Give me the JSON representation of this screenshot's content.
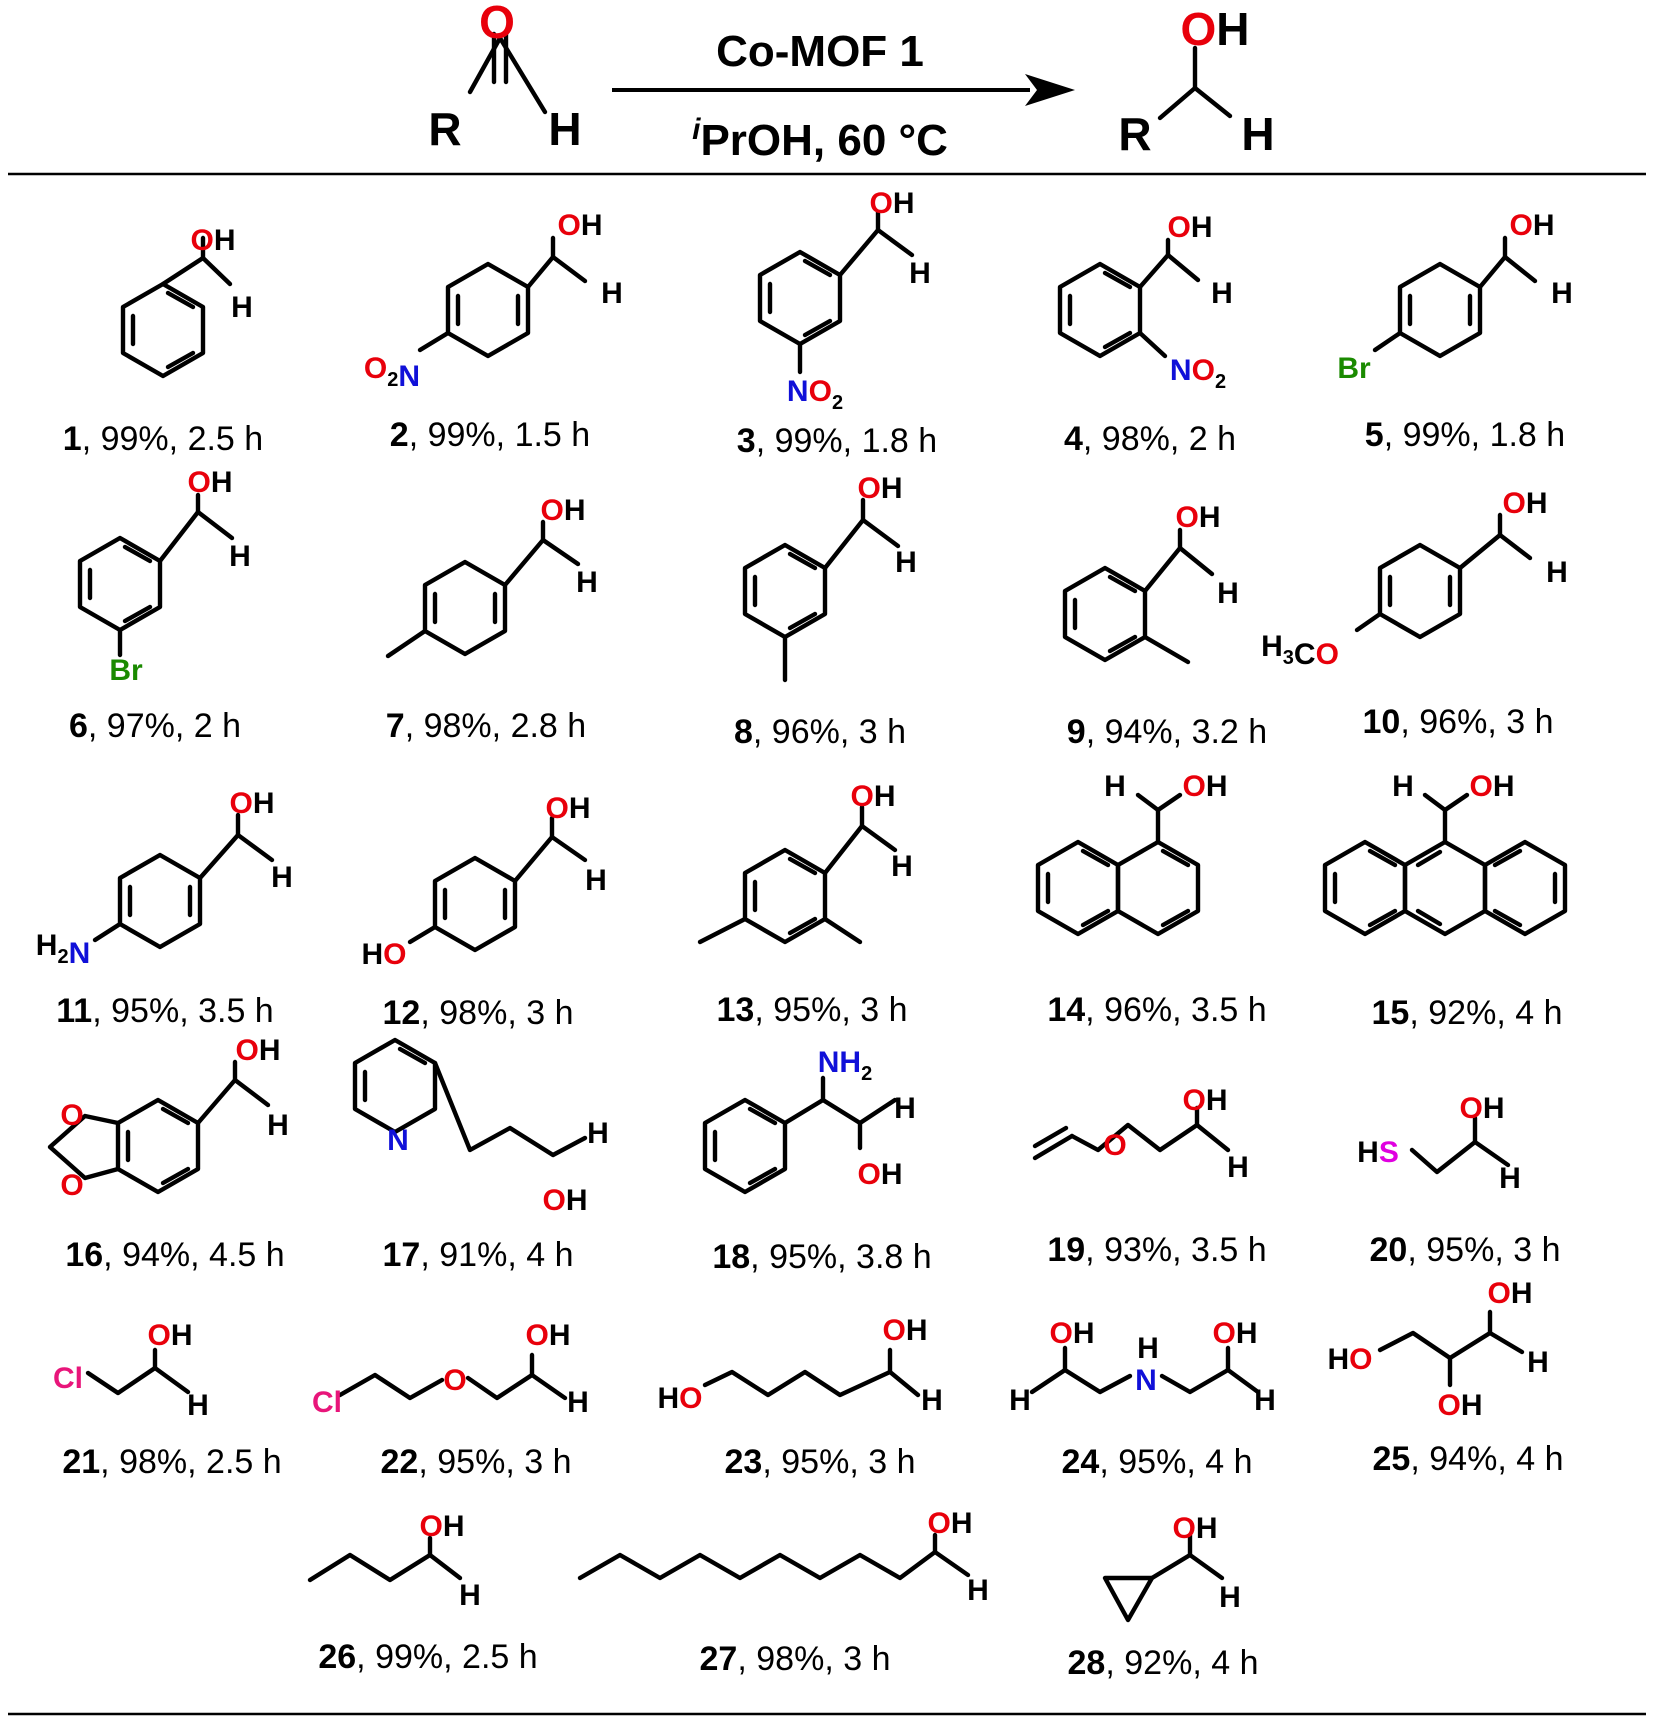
{
  "reaction": {
    "reagent": "Co-MOF 1",
    "solvent_prefix": "i",
    "solvent_main": "PrOH, 60 °C",
    "aldehyde_atoms": {
      "o": "O",
      "r": "R",
      "h": "H"
    },
    "alcohol_atoms": {
      "oh": "OH",
      "r": "R",
      "h": "H"
    }
  },
  "atom_colors": {
    "O": "#e8000b",
    "N": "#1010d8",
    "Br": "#1a8a00",
    "S": "#e000e0",
    "Cl": "#e8157a",
    "C": "#000000"
  },
  "compounds": [
    {
      "num": "1",
      "yield": "99%",
      "time": "2.5 h",
      "atoms": [
        "OH",
        "H"
      ]
    },
    {
      "num": "2",
      "yield": "99%",
      "time": "1.5 h",
      "atoms": [
        "OH",
        "H",
        "O2N"
      ]
    },
    {
      "num": "3",
      "yield": "99%",
      "time": "1.8 h",
      "atoms": [
        "OH",
        "H",
        "NO2"
      ]
    },
    {
      "num": "4",
      "yield": "98%",
      "time": "2 h",
      "atoms": [
        "OH",
        "H",
        "NO2"
      ]
    },
    {
      "num": "5",
      "yield": "99%",
      "time": "1.8 h",
      "atoms": [
        "OH",
        "H",
        "Br"
      ]
    },
    {
      "num": "6",
      "yield": "97%",
      "time": "2 h",
      "atoms": [
        "OH",
        "H",
        "Br"
      ]
    },
    {
      "num": "7",
      "yield": "98%",
      "time": "2.8 h",
      "atoms": [
        "OH",
        "H"
      ]
    },
    {
      "num": "8",
      "yield": "96%",
      "time": "3 h",
      "atoms": [
        "OH",
        "H"
      ]
    },
    {
      "num": "9",
      "yield": "94%",
      "time": "3.2 h",
      "atoms": [
        "OH",
        "H"
      ]
    },
    {
      "num": "10",
      "yield": "96%",
      "time": "3 h",
      "atoms": [
        "OH",
        "H",
        "H3CO"
      ]
    },
    {
      "num": "11",
      "yield": "95%",
      "time": "3.5 h",
      "atoms": [
        "OH",
        "H",
        "H2N"
      ]
    },
    {
      "num": "12",
      "yield": "98%",
      "time": "3 h",
      "atoms": [
        "OH",
        "H",
        "HO"
      ]
    },
    {
      "num": "13",
      "yield": "95%",
      "time": "3 h",
      "atoms": [
        "OH",
        "H"
      ]
    },
    {
      "num": "14",
      "yield": "96%",
      "time": "3.5 h",
      "atoms": [
        "H",
        "OH"
      ]
    },
    {
      "num": "15",
      "yield": "92%",
      "time": "4 h",
      "atoms": [
        "H",
        "OH"
      ]
    },
    {
      "num": "16",
      "yield": "94%",
      "time": "4.5 h",
      "atoms": [
        "OH",
        "H",
        "O",
        "O"
      ]
    },
    {
      "num": "17",
      "yield": "91%",
      "time": "4 h",
      "atoms": [
        "N",
        "H",
        "OH"
      ]
    },
    {
      "num": "18",
      "yield": "95%",
      "time": "3.8 h",
      "atoms": [
        "NH2",
        "H",
        "OH"
      ]
    },
    {
      "num": "19",
      "yield": "93%",
      "time": "3.5 h",
      "atoms": [
        "O",
        "OH",
        "H"
      ]
    },
    {
      "num": "20",
      "yield": "95%",
      "time": "3 h",
      "atoms": [
        "HS",
        "OH",
        "H"
      ]
    },
    {
      "num": "21",
      "yield": "98%",
      "time": "2.5 h",
      "atoms": [
        "Cl",
        "OH",
        "H"
      ]
    },
    {
      "num": "22",
      "yield": "95%",
      "time": "3 h",
      "atoms": [
        "Cl",
        "O",
        "OH",
        "H"
      ]
    },
    {
      "num": "23",
      "yield": "95%",
      "time": "3 h",
      "atoms": [
        "HO",
        "OH",
        "H"
      ]
    },
    {
      "num": "24",
      "yield": "95%",
      "time": "4 h",
      "atoms": [
        "OH",
        "H",
        "H",
        "N",
        "OH",
        "H"
      ]
    },
    {
      "num": "25",
      "yield": "94%",
      "time": "4 h",
      "atoms": [
        "HO",
        "OH",
        "OH",
        "H"
      ]
    },
    {
      "num": "26",
      "yield": "99%",
      "time": "2.5 h",
      "atoms": [
        "OH",
        "H"
      ]
    },
    {
      "num": "27",
      "yield": "98%",
      "time": "3 h",
      "atoms": [
        "OH",
        "H"
      ]
    },
    {
      "num": "28",
      "yield": "92%",
      "time": "4 h",
      "atoms": [
        "OH",
        "H"
      ]
    }
  ]
}
